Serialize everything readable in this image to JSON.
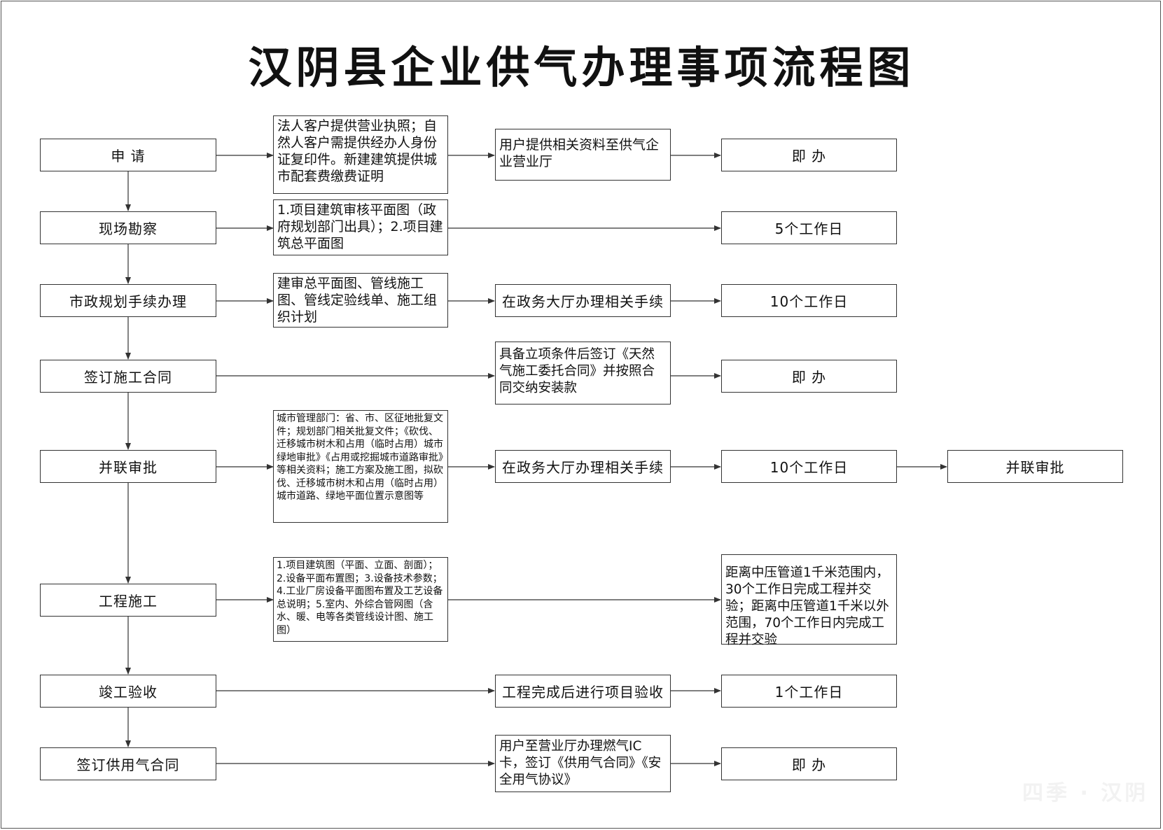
{
  "title": "汉阴县企业供气办理事项流程图",
  "watermark": "四季 · 汉阴",
  "steps": [
    "申  请",
    "现场勘察",
    "市政规划手续办理",
    "签订施工合同",
    "并联审批",
    "工程施工",
    "竣工验收",
    "签订供用气合同"
  ],
  "materials": [
    "法人客户提供营业执照；自然人客户需提供经办人身份证复印件。新建建筑提供城市配套费缴费证明",
    "1.项目建筑审核平面图（政府规划部门出具）；2.项目建筑总平面图",
    "建审总平面图、管线施工图、管线定验线单、施工组织计划",
    "城市管理部门：省、市、区征地批复文件；规划部门相关批复文件；《砍伐、迁移城市树木和占用（临时占用）城市绿地审批》《占用或挖掘城市道路审批》等相关资料；施工方案及施工图，拟砍伐、迁移城市树木和占用（临时占用）城市道路、绿地平面位置示意图等",
    "1.项目建筑图（平面、立面、剖面）；2.设备平面布置图；3.设备技术参数；4.工业厂房设备平面图布置及工艺设备总说明；5.室内、外综合管网图（含水、暖、电等各类管线设计图、施工图）"
  ],
  "actions": [
    "用户提供相关资料至供气企业营业厅",
    "在政务大厅办理相关手续",
    "具备立项条件后签订《天然气施工委托合同》并按照合同交纳安装款",
    "在政务大厅办理相关手续",
    "工程完成后进行项目验收",
    "用户至营业厅办理燃气IC卡，签订《供用气合同》《安全用气协议》"
  ],
  "time_limits": [
    "即  办",
    "5个工作日",
    "10个工作日",
    "即  办",
    "10个工作日",
    "距离中压管道1千米范围内，30个工作日完成工程并交验；距离中压管道1千米以外范围，70个工作日内完成工程并交验",
    "1个工作日",
    "即  办"
  ],
  "extra": "并联审批"
}
